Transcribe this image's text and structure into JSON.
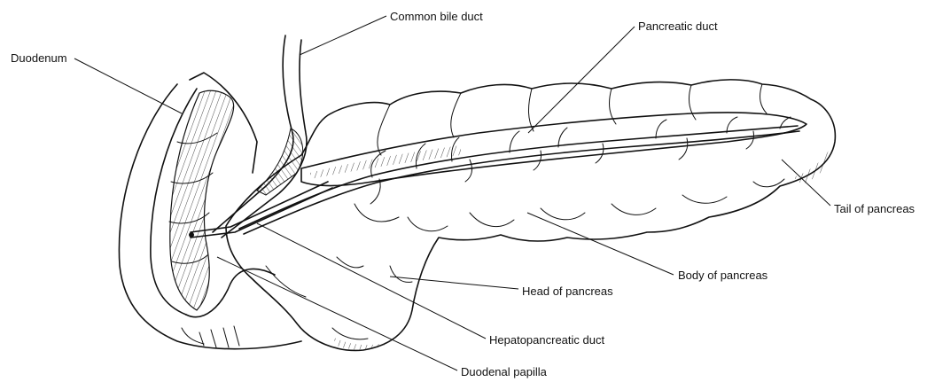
{
  "labels": {
    "duodenum": "Duodenum",
    "common_bile_duct": "Common bile duct",
    "pancreatic_duct": "Pancreatic duct",
    "tail_of_pancreas": "Tail of pancreas",
    "body_of_pancreas": "Body of pancreas",
    "head_of_pancreas": "Head of pancreas",
    "hepatopancreatic_duct": "Hepatopancreatic duct",
    "duodenal_papilla": "Duodenal papilla"
  }
}
